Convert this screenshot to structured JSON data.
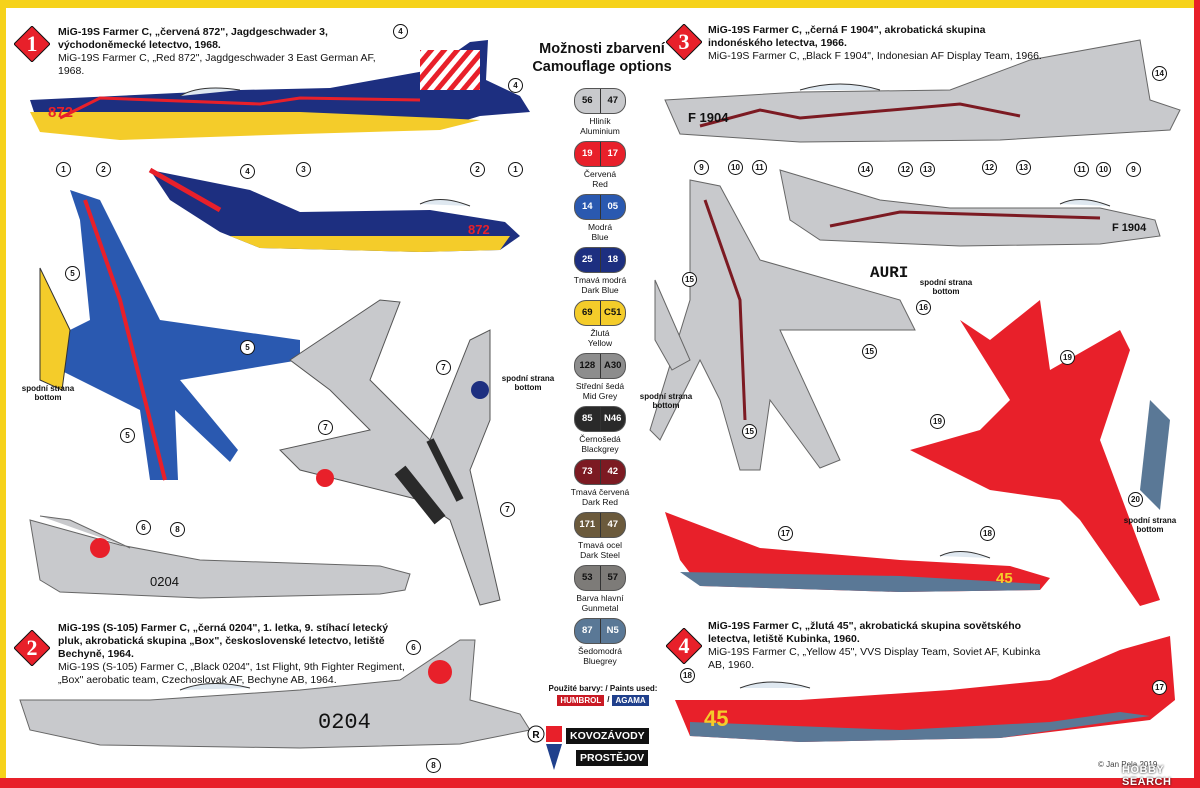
{
  "legend": {
    "title_cz": "Možnosti zbarvení",
    "title_en": "Camouflage options",
    "swatches": [
      {
        "code_a": "56",
        "code_b": "47",
        "cz": "Hliník",
        "en": "Aluminium",
        "color": "#c8c9cc"
      },
      {
        "code_a": "19",
        "code_b": "17",
        "cz": "Červená",
        "en": "Red",
        "color": "#e8202a"
      },
      {
        "code_a": "14",
        "code_b": "05",
        "cz": "Modrá",
        "en": "Blue",
        "color": "#2a59b0"
      },
      {
        "code_a": "25",
        "code_b": "18",
        "cz": "Tmavá modrá",
        "en": "Dark Blue",
        "color": "#1d2f80"
      },
      {
        "code_a": "69",
        "code_b": "C51",
        "cz": "Žlutá",
        "en": "Yellow",
        "color": "#f4cc2a"
      },
      {
        "code_a": "128",
        "code_b": "A30",
        "cz": "Střední šedá",
        "en": "Mid Grey",
        "color": "#8d8d8d"
      },
      {
        "code_a": "85",
        "code_b": "N46",
        "cz": "Černošedá",
        "en": "Blackgrey",
        "color": "#2a2a2a"
      },
      {
        "code_a": "73",
        "code_b": "42",
        "cz": "Tmavá červená",
        "en": "Dark Red",
        "color": "#7c1a22"
      },
      {
        "code_a": "171",
        "code_b": "47",
        "cz": "Tmavá ocel",
        "en": "Dark Steel",
        "color": "#6b5a3c"
      },
      {
        "code_a": "53",
        "code_b": "57",
        "cz": "Barva hlavní",
        "en": "Gunmetal",
        "color": "#7d7b78"
      },
      {
        "code_a": "87",
        "code_b": "N5",
        "cz": "Šedomodrá",
        "en": "Bluegrey",
        "color": "#5a7896"
      }
    ],
    "paints_used": "Použité barvy: / Paints used:",
    "brand_a": "HUMBROL",
    "brand_sep": "/",
    "brand_b": "AGAMA"
  },
  "schemes": [
    {
      "number": "1",
      "title_cz": "MiG-19S Farmer C, „červená 872\", Jagdgeschwader 3, východoněmecké letectvo, 1968.",
      "title_en": "MiG-19S Farmer C, „Red 872\", Jagdgeschwader 3 East German AF, 1968.",
      "serial": "872"
    },
    {
      "number": "2",
      "title_cz": "MiG-19S (S-105) Farmer C, „černá 0204\", 1. letka, 9. stíhací letecký pluk, akrobatická skupina „Box\", československé letectvo, letiště Bechyně, 1964.",
      "title_en": "MiG-19S (S-105) Farmer C, „Black 0204\", 1st Flight, 9th Fighter Regiment, „Box\" aerobatic team, Czechoslovak AF, Bechyne AB, 1964.",
      "serial": "0204"
    },
    {
      "number": "3",
      "title_cz": "MiG-19S Farmer C, „černá F 1904\", akrobatická skupina indonéského letectva, 1966.",
      "title_en": "MiG-19S Farmer C, „Black F 1904\", Indonesian AF Display Team, 1966.",
      "serial": "F 1904",
      "underside_code": "AURI"
    },
    {
      "number": "4",
      "title_cz": "MiG-19S Farmer C, „žlutá 45\", akrobatická skupina sovětského letectva, letiště Kubinka, 1960.",
      "title_en": "MiG-19S Farmer C, „Yellow 45\", VVS Display Team, Soviet AF, Kubinka AB, 1960.",
      "serial": "45"
    }
  ],
  "bottom_label_cz": "spodní strana",
  "bottom_label_en": "bottom",
  "logo": {
    "line1": "KOVOZÁVODY",
    "line2": "PROSTĚJOV"
  },
  "credit": "© Jan Pela 2019",
  "watermark": "HOBBY SEARCH",
  "callouts_1": [
    "1",
    "2",
    "3",
    "4",
    "5",
    "6",
    "7",
    "8"
  ],
  "callouts_3": [
    "9",
    "10",
    "11",
    "12",
    "13",
    "14",
    "15",
    "16",
    "17",
    "18",
    "19",
    "20"
  ]
}
